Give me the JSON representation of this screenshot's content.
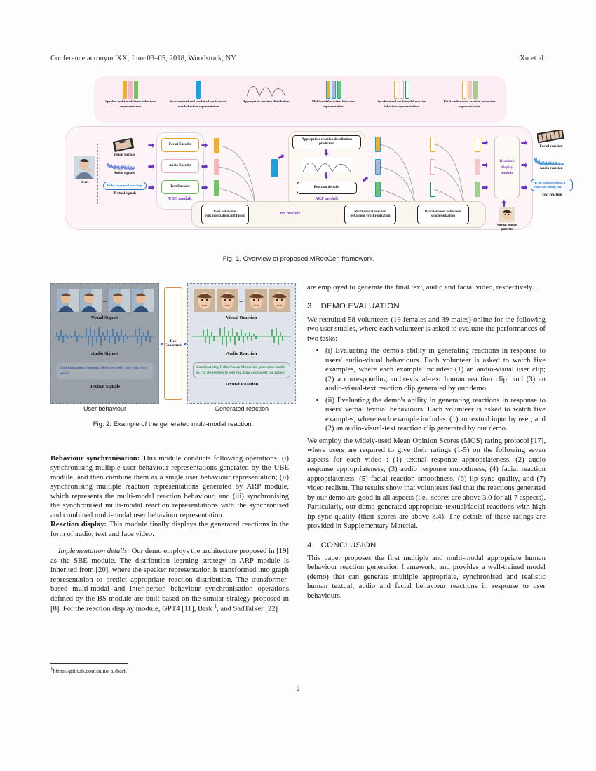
{
  "running_head": {
    "left": "Conference acronym 'XX, June 03–05, 2018, Woodstock, NY",
    "right": "Xu et al."
  },
  "figure1": {
    "caption": "Fig. 1.  Overview of proposed MRecGen framework.",
    "legend": [
      {
        "label": "Speaker multi-modal user behaviour representations",
        "swatch": [
          "#f0ac2a",
          "#f3b7bd",
          "#74c362"
        ]
      },
      {
        "label": "Synchronized and combined multi-modal user behaviour representation",
        "swatch": [
          "#1da0e0"
        ]
      },
      {
        "label": "Appropriate reaction distribution",
        "swatch": [
          "curve"
        ]
      },
      {
        "label": "Multi-modal reaction behaviour representations",
        "swatch": [
          "#f0ac2a",
          "#b0b3d6",
          "#74c362"
        ]
      },
      {
        "label": "Synchronized multi-modal reaction behaviour representations",
        "swatch": [
          "#f0ac2a-outline",
          "#f3b7bd-outline",
          "#1a9e4b-outline"
        ]
      },
      {
        "label": "Final multi-modal reaction behaviour representations",
        "swatch": [
          "#f0ac2a-outline",
          "#f3b7bd",
          "#9fd18e"
        ]
      }
    ],
    "inputs": {
      "user_label": "User",
      "visual_label": "Visual signals",
      "audio_label": "Audio signals",
      "textual_label": "Textual signals",
      "text_bubble": "Hello, I may need your help."
    },
    "ube": {
      "module_label": "UBE module",
      "encoders": [
        "Facial Encoder",
        "Audio Encoder",
        "Text Encoder"
      ]
    },
    "arp": {
      "module_label": "ARP module",
      "distribution_box": "Appropriate reaction distribution prediction",
      "decoder_box": "Reaction decoder"
    },
    "bs": {
      "module_label": "BS module",
      "boxes": [
        "User behaviour synchronization and fusion",
        "Multi-modal reaction behaviour synchronization",
        "Reaction-user behaviour synchronization"
      ]
    },
    "display": {
      "module_label": "Reaction display module",
      "portrait_label": "Virtual human portrait",
      "outputs": [
        "Facial reaction",
        "Audio reaction",
        "Text reaction"
      ],
      "text_bubble": "Hi, my name is Queena. I would like to help you!"
    }
  },
  "figure2": {
    "caption": "Fig. 2.  Example of the generated multi-modal reaction.",
    "left": {
      "visual_label": "Visual Signals",
      "audio_label": "Audio Signals",
      "textual_label": "Textual Signals",
      "text": "Good  morning,  Queena.  How are you? Are you busy now?",
      "footer": "User behaviour",
      "ellipsis": "..."
    },
    "middle": {
      "label": "Rec Generator"
    },
    "right": {
      "visual_label": "Visual Reaction",
      "audio_label": "Audio Reaction",
      "textual_label": "Textual Reaction",
      "text": "Good morning, Hello! I'm an AI reaction generation model, so I'm always here to help you. How can I assist you today?",
      "footer": "Generated reaction",
      "ellipsis": "..."
    }
  },
  "left_column": {
    "para_bs_bold": "Behaviour synchronisation:",
    "para_bs": " This module conducts following operations: (i) synchronising multiple user behaviour representations generated by the UBE module, and then combine them as a single user behaviour representation; (ii) synchronising multiple reaction representations generated by ARP module, which represents the multi-modal reaction behaviour; and (iii) synchronising the synchronised multi-modal reaction representations with the synchronised and combined multi-modal user behaviour representation.",
    "para_rd_bold": "Reaction display:",
    "para_rd": " This module finally displays the generated reactions in the form of audio, text and face video.",
    "para_impl_italic": "Implementation details:",
    "para_impl_a": " Our demo employs the architecture proposed in [19] as the SBE module. The distribution learning strategy in ARP module is inherited from [20], where the speaker representation is transformed into graph representation to predict appropriate reaction distribution. The transformer-based multi-modal and inter-person behaviour synchronisation operations defined by the BS module are built based on the similar strategy proposed in [8]. For the reaction display module, GPT4 [11], Bark ",
    "para_impl_sup": "1",
    "para_impl_b": ", and SadTalker [22]",
    "footnote_sup": "1",
    "footnote": "https://github.com/suno-ai/bark"
  },
  "right_column": {
    "para_cont": "are employed to generate the final text, audio and facial video, respectively.",
    "sec3_num": "3",
    "sec3_title": "DEMO EVALUATION",
    "sec3_p1": "We recruited 58 volunteers (19 females and 39 males) online for the following two user studies, where each volunteer is asked to evaluate the performances of two tasks:",
    "bullets": [
      "(i) Evaluating the demo's ability in generating reactions in response to users' audio-visual behaviours. Each volunteer is asked to watch five examples, where each example includes: (1) an audio-visual user clip; (2) a corresponding audio-visual-text human reaction clip; and (3) an audio-visual-text reaction clip generated by our demo.",
      "(ii) Evaluating the demo's ability in generating reactions in response to users' verbal textual behaviours. Each volunteer is asked to watch five examples, where each example includes: (1) an textual input by user; and (2) an audio-visual-text reaction clip generated by our demo."
    ],
    "sec3_p2": "We employ the widely-used Mean Opinion Scores (MOS) rating protocol [17], where users are required to give their ratings (1-5) on the following seven aspects for each video : (1) textual response appropriateness, (2) audio response appropriateness, (3) audio response smoothness, (4) facial reaction appropriateness, (5) facial reaction smoothness, (6) lip sync quality, and (7) video realism. The results show that volunteers feel that the reactions generated by our demo are good in all aspects (i.e., scores are above 3.0 for all 7 aspects). Particularly, our demo generated appropriate textual/facial reactions with high lip sync quality (their scores are above 3.4). The details of these ratings are provided in Supplementary Material.",
    "sec4_num": "4",
    "sec4_title": "CONCLUSION",
    "sec4_p1": "This paper proposes the first multiple and multi-modal appropriate human behaviour reaction generation framework, and provides a well-trained model (demo) that can generate multiple appropriate, synchronised and realistic human textual, audio and facial behaviour reactions in response to user behaviours."
  },
  "page_number": "2"
}
